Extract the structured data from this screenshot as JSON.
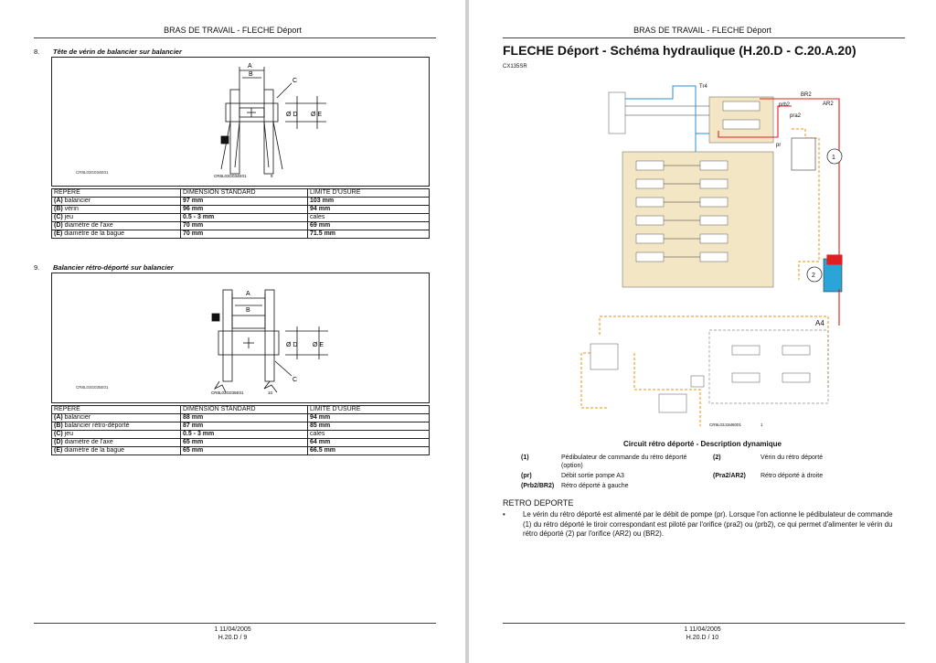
{
  "left_page": {
    "header": "BRAS DE TRAVAIL - FLECHE Déport",
    "section1": {
      "number": "8.",
      "title": "Tête de vérin de balancier sur balancier",
      "figure_code": "CR8L03G034E01",
      "figure_ref": "9",
      "figure_tiny_code": "CR8L03G034E01",
      "labels": {
        "a": "A",
        "b": "B",
        "c": "C",
        "d": "Ø D",
        "e": "Ø E"
      },
      "table": {
        "headers": [
          "REPERE",
          "DIMENSION STANDARD",
          "LIMITE D'USURE"
        ],
        "rows": [
          {
            "key": "(A)",
            "name": " balancier",
            "std": "97 mm",
            "lim": "103 mm"
          },
          {
            "key": "(B)",
            "name": " vérin",
            "std": "96 mm",
            "lim": "94 mm"
          },
          {
            "key": "(C)",
            "name": " jeu",
            "std": "0.5 - 3 mm",
            "lim": "cales"
          },
          {
            "key": "(D)",
            "name": " diamètre de l'axe",
            "std": "70 mm",
            "lim": "69 mm"
          },
          {
            "key": "(E)",
            "name": " diamètre de la bague",
            "std": "70 mm",
            "lim": "71.5 mm"
          }
        ]
      }
    },
    "section2": {
      "number": "9.",
      "title": "Balancier rétro-déporté sur balancier",
      "figure_code": "CR8L03G035E01",
      "figure_ref": "10",
      "figure_tiny_code": "CR8L03G035E01",
      "labels": {
        "a": "A",
        "b": "B",
        "c": "C",
        "d": "Ø D",
        "e": "Ø E"
      },
      "table": {
        "headers": [
          "REPERE",
          "DIMENSION STANDARD",
          "LIMITE D'USURE"
        ],
        "rows": [
          {
            "key": "(A)",
            "name": " balancier",
            "std": "88 mm",
            "lim": "94 mm"
          },
          {
            "key": "(B)",
            "name": " balancier rétro-déporté",
            "std": "87 mm",
            "lim": "85 mm"
          },
          {
            "key": "(C)",
            "name": " jeu",
            "std": "0.5 - 3 mm",
            "lim": "cales"
          },
          {
            "key": "(D)",
            "name": " diamètre de l'axe",
            "std": "65 mm",
            "lim": "64 mm"
          },
          {
            "key": "(E)",
            "name": " diamètre de la bague",
            "std": "65 mm",
            "lim": "66.5 mm"
          }
        ]
      }
    },
    "footer": {
      "line1": "1 11/04/2005",
      "line2": "H.20.D / 9"
    }
  },
  "right_page": {
    "header": "BRAS DE TRAVAIL - FLECHE Déport",
    "title": "FLECHE Déport - Schéma hydraulique (H.20.D - C.20.A.20)",
    "model": "CX135SR",
    "diagram_labels": {
      "tr4": "Tr4",
      "br2": "BR2",
      "ar2": "AR2",
      "prb2": "prb2",
      "pra2": "pra2",
      "pr": "pr",
      "a4": "A4",
      "circle1": "1",
      "circle2": "2",
      "code": "CR9L03J1M6001",
      "ref": "1"
    },
    "caption": "Circuit rétro déporté - Description dynamique",
    "legend": [
      {
        "k1": "(1)",
        "v1": "Pédibulateur de commande du rétro déporté (option)",
        "k2": "(2)",
        "v2": "Vérin du rétro déporté"
      },
      {
        "k1": "(pr)",
        "v1": "Débit sortie pompe A3",
        "k2": "(Pra2/AR2)",
        "v2": "Rétro déporté à droite"
      },
      {
        "k1": "(Prb2/BR2)",
        "v1": "Rétro déporté à gauche",
        "k2": "",
        "v2": ""
      }
    ],
    "subheading": "RETRO DEPORTE",
    "bullet": "•",
    "paragraph": "Le vérin du rétro déporté est alimenté par le débit de pompe (pr). Lorsque l'on actionne le pédibulateur de commande (1) du rétro déporté le tiroir correspondant est piloté par l'orifice (pra2) ou (prb2), ce qui permet d'alimenter le vérin du rétro déporté (2) par l'orifice (AR2) ou (BR2).",
    "footer": {
      "line1": "1 11/04/2005",
      "line2": "H.20.D / 10"
    },
    "colors": {
      "pressure": "#e02020",
      "pilot": "#e8900c",
      "return": "#2a8fd0",
      "block_fill": "#f3e6c4",
      "cylinder": "#2aa5d8"
    }
  }
}
